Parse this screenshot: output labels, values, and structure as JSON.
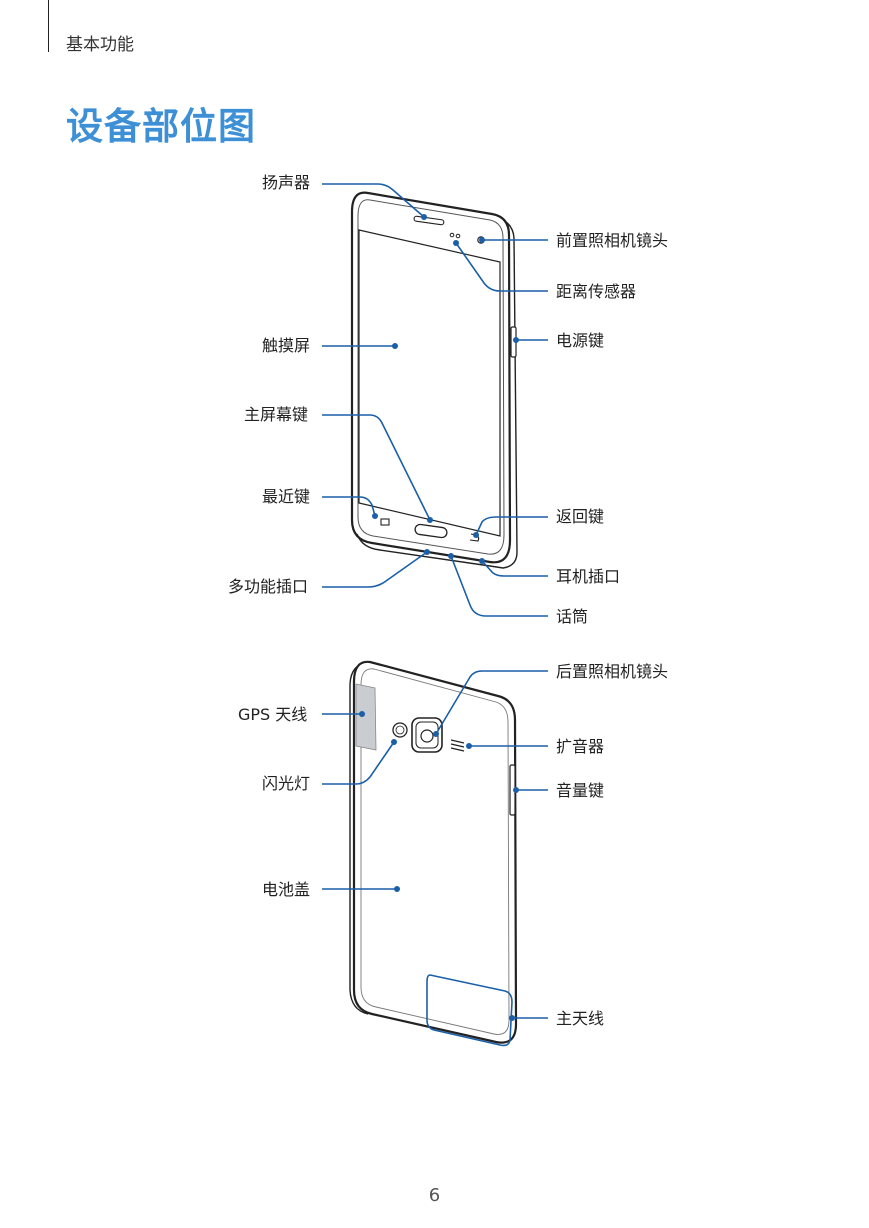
{
  "header": {
    "section": "基本功能"
  },
  "title": "设备部位图",
  "front_labels": {
    "speaker": "扬声器",
    "front_camera": "前置照相机镜头",
    "proximity_sensor": "距离传感器",
    "touchscreen": "触摸屏",
    "power_key": "电源键",
    "home_key": "主屏幕键",
    "recent_key": "最近键",
    "back_key": "返回键",
    "multipurpose_jack": "多功能插口",
    "earphone_jack": "耳机插口",
    "microphone": "话筒"
  },
  "back_labels": {
    "rear_camera": "后置照相机镜头",
    "gps_antenna": "GPS 天线",
    "loudspeaker": "扩音器",
    "flash": "闪光灯",
    "volume_key": "音量键",
    "battery_cover": "电池盖",
    "main_antenna": "主天线"
  },
  "colors": {
    "accent": "#3d8fd6",
    "callout": "#1a5fa8",
    "antenna_fill": "#c9ccd0"
  },
  "page_number": "6"
}
